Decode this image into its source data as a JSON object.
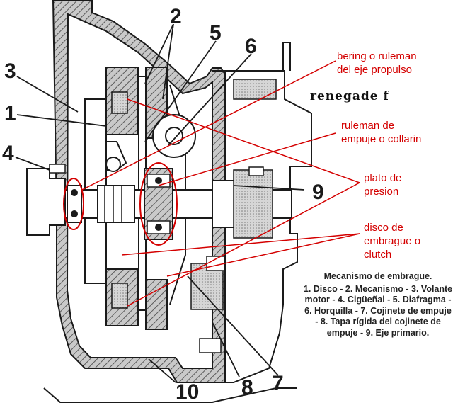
{
  "numbers": {
    "n1": "1",
    "n2": "2",
    "n3": "3",
    "n4": "4",
    "n5": "5",
    "n6": "6",
    "n7": "7",
    "n8": "8",
    "n9": "9",
    "n10": "10"
  },
  "annotations": {
    "bering_line1": "bering o ruleman",
    "bering_line2": "del eje propulso",
    "ruleman_line1": "ruleman de",
    "ruleman_line2": "empuje o collarin",
    "plato_line1": "plato de",
    "plato_line2": "presion",
    "disco_line1": "disco de",
    "disco_line2": "embrague o",
    "disco_line3": "clutch"
  },
  "brand": "renegade f",
  "caption": {
    "title": "Mecanismo de embrague.",
    "body": "1. Disco - 2. Mecanismo - 3. Volante motor - 4. Cigüeñal - 5. Diafragma - 6. Horquilla - 7. Cojinete de empuje - 8. Tapa rígida del cojinete de empuje - 9. Eje primario."
  },
  "colors": {
    "annotation": "#d40000",
    "drawing": "#1a1a1a",
    "hatch": "#6e6e6e"
  }
}
